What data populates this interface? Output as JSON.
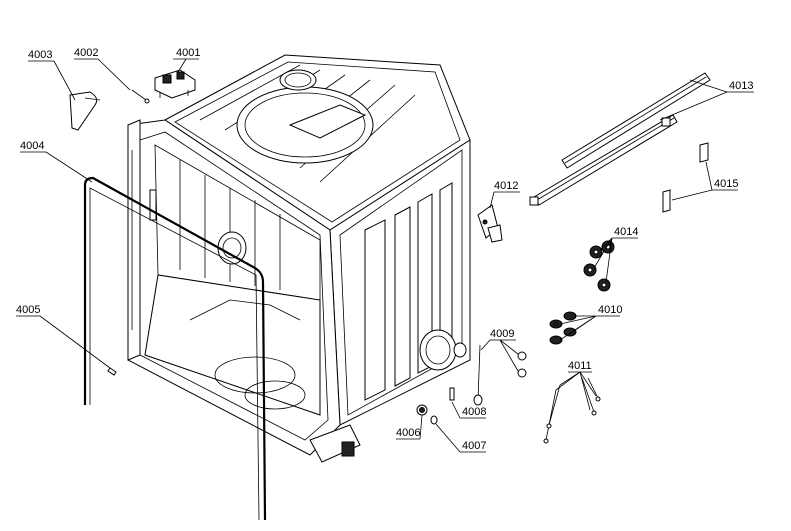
{
  "labels": {
    "p4001": "4001",
    "p4002": "4002",
    "p4003": "4003",
    "p4004": "4004",
    "p4005": "4005",
    "p4006": "4006",
    "p4007": "4007",
    "p4008": "4008",
    "p4009": "4009",
    "p4010": "4010",
    "p4011": "4011",
    "p4012": "4012",
    "p4013": "4013",
    "p4014": "4014",
    "p4015": "4015"
  }
}
